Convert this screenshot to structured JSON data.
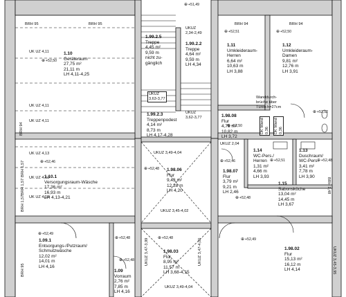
{
  "rooms": [
    {
      "id": "1.10",
      "lines": [
        "Geräteraum",
        "27,75 m²",
        "21,11 m",
        "LH 4,11-4,25"
      ]
    },
    {
      "id": "1.99.2.5",
      "lines": [
        "Treppe",
        "4,45 m²",
        "9,59 m",
        "nicht zu-",
        "gänglich"
      ]
    },
    {
      "id": "1.99.2.2",
      "lines": [
        "Treppe",
        "4,64 m²",
        "9,59 m",
        "LH 4,34"
      ]
    },
    {
      "id": "1.11",
      "lines": [
        "Umkleideraum-",
        "Herren",
        "6,64 m²",
        "10,63 m",
        "LH 3,88"
      ]
    },
    {
      "id": "1.12",
      "lines": [
        "Umkleideraum-",
        "Damen",
        "9,81 m²",
        "12,76 m",
        "LH 3,91"
      ]
    },
    {
      "id": "1.99.2.3",
      "lines": [
        "Treppenpodest",
        "4,14 m²",
        "8,73 m",
        "LH 4,17-4,28"
      ]
    },
    {
      "id": "1.98.08",
      "lines": [
        "Flur",
        "4,79 m²",
        "10,82 m",
        "LH 3,72"
      ]
    },
    {
      "id": "1.10.1",
      "lines": [
        "Versorgungsraum-Wäsche",
        "17,36 m²",
        "16,93 m",
        "LH 4,13-4,21"
      ]
    },
    {
      "id": "1.98.06",
      "lines": [
        "Flur",
        "9,43 m²",
        "12,28 m",
        "LH 4,20"
      ]
    },
    {
      "id": "1.98.07",
      "lines": [
        "Flur",
        "3,79 m²",
        "9,21 m",
        "LH 2,46"
      ]
    },
    {
      "id": "1.14",
      "lines": [
        "WC-Pers./",
        "Herren",
        "1,31 m²",
        "4,66 m",
        "LH 3,93"
      ]
    },
    {
      "id": "1.13",
      "lines": [
        "Duschraum/",
        "WC-Pers.",
        "3,41 m²",
        "7,78 m",
        "LH 3,90"
      ]
    },
    {
      "id": "1.15",
      "lines": [
        "Sabonsküche",
        "13,04 m²",
        "14,45 m",
        "LH 3,67"
      ]
    },
    {
      "id": "1.09.1",
      "lines": [
        "Entsorgungs-/Putzraum/",
        "Schmutzwäsche",
        "12,02 m²",
        "14,01 m",
        "LH 4,16"
      ]
    },
    {
      "id": "1.09",
      "lines": [
        "Vorraum",
        "2,76 m²",
        "7,85 m",
        "LH 4,16"
      ]
    },
    {
      "id": "1.98.03",
      "lines": [
        "Flur",
        "8,95 m²",
        "11,57 m",
        "LH 3,68-4,15"
      ]
    },
    {
      "id": "1.98.02",
      "lines": [
        "Flur",
        "15,13 m²",
        "16,12 m",
        "LH 4,14"
      ]
    }
  ],
  "tags": {
    "brh95_a": "BRH 95",
    "brh95_b": "BRH 95",
    "brh94_a": "BRH 94",
    "brh94_b": "BRH 94",
    "brh94_left": "BRH 94",
    "brh148": "BRH 1,48",
    "brh95_bl": "BRH 95",
    "brh157_a": "BRH 1,57",
    "brh157_b": "BRH 1,57",
    "brh157_c": "BRH 1,57",
    "ukuz411_a": "UK UZ 4,11",
    "ukuz411_b": "UK UZ 4,11",
    "ukuz411_c": "UK UZ 4,11",
    "ukuz413_a": "UK UZ 4,13",
    "ukuz413_b": "UK UZ 4,13",
    "ukuz413_c": "UK UZ 4,13",
    "ukuz_top": "UKUZ",
    "ukuz_top_v": "2,34-2,49",
    "ukuz_st": "UKUZ",
    "ukuz_st_v": "3,63-3,77",
    "ukuz_st2": "UKUZ",
    "ukuz_st2_v": "3,62-3,77",
    "ukuz349": "UKUZ 3,49-4,04",
    "ukuz345": "UKUZ 3,45-4,02",
    "ukuz349b": "UKUZ 3,49-4,04",
    "ukuz204": "UKUZ 2,04",
    "ukuz347": "UKUZ 3,47-3,99",
    "ukuz347b": "UKUZ 3,47-4,00",
    "ukuz345b": "UKUZ 3,45-3,95",
    "wand": "Wanddurch-",
    "wand2": "brüche über",
    "wand3": "Türen h=27cm",
    "dkwand_a": "DK Wand",
    "dkwand_a2": "0,36",
    "dkwand_b": "DK Wand",
    "dkwand_b2": "0,36"
  },
  "elevations": {
    "e1": "+51,49",
    "e2": "+52,51",
    "e3": "+52,50",
    "e4": "+52,50",
    "e5": "+52,50",
    "e6": "+52,46",
    "e7": "+52,48",
    "e8": "+52,46",
    "e9": "+52,51",
    "e10": "+52,52",
    "e11": "+52,49",
    "e12": "+52,48",
    "e13": "+52,48",
    "e14": "+52,49",
    "e15": "+52,48",
    "e16": "+52,48",
    "e17": "+52,48"
  }
}
